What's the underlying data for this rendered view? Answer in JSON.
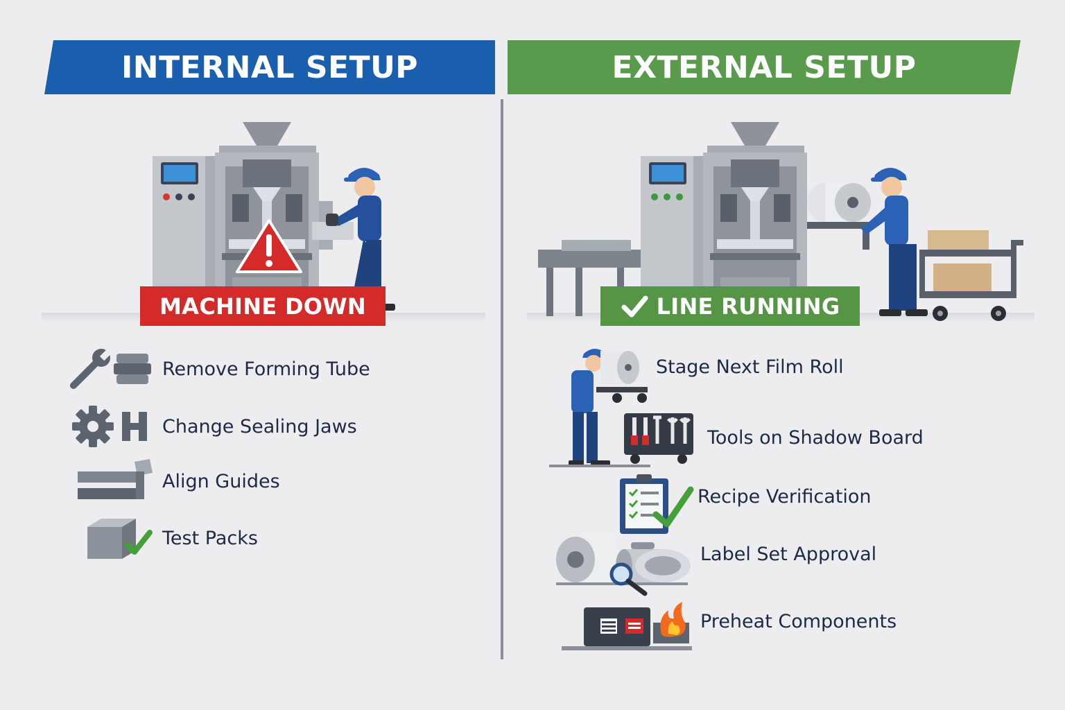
{
  "internal": {
    "title": "INTERNAL SETUP",
    "status": "MACHINE DOWN",
    "color": "#1a5fad",
    "status_color": "#d42a2a",
    "tasks": [
      {
        "label": "Remove Forming Tube",
        "icon": "wrench-tube-icon"
      },
      {
        "label": "Change Sealing Jaws",
        "icon": "gear-jaws-icon"
      },
      {
        "label": "Align Guides",
        "icon": "guide-rails-icon"
      },
      {
        "label": "Test Packs",
        "icon": "box-check-icon"
      }
    ]
  },
  "external": {
    "title": "EXTERNAL SETUP",
    "status": "LINE RUNNING",
    "color": "#5a9a4c",
    "status_color": "#569545",
    "tasks": [
      {
        "label": "Stage Next Film Roll",
        "icon": "worker-film-roll-icon"
      },
      {
        "label": "Tools on Shadow Board",
        "icon": "tool-cart-icon"
      },
      {
        "label": "Recipe Verification",
        "icon": "clipboard-check-icon"
      },
      {
        "label": "Label Set Approval",
        "icon": "label-rolls-magnifier-icon"
      },
      {
        "label": "Preheat Components",
        "icon": "heater-flame-icon"
      }
    ]
  }
}
